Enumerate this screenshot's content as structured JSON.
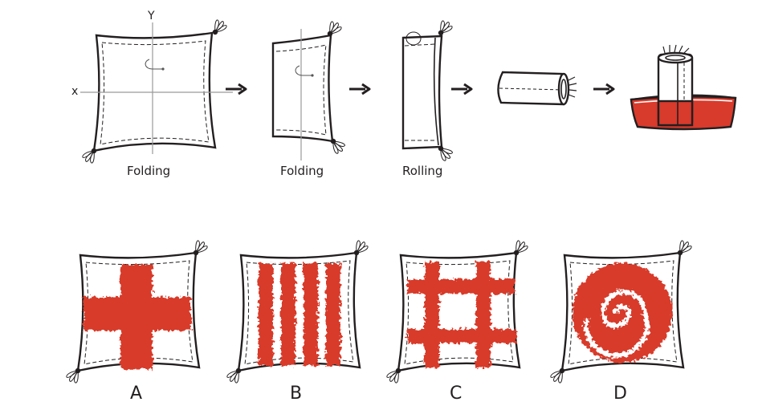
{
  "colors": {
    "dye": "#d83a2c",
    "ink": "#231f20",
    "axis": "#9a9a9a"
  },
  "process": {
    "axis_x": "x",
    "axis_y": "Y",
    "steps": [
      {
        "label": "Folding"
      },
      {
        "label": "Folding"
      },
      {
        "label": "Rolling"
      },
      {
        "label": ""
      },
      {
        "label": ""
      }
    ],
    "arrow_icon": "right-arrow-icon"
  },
  "results": [
    {
      "letter": "A",
      "pattern": "cross"
    },
    {
      "letter": "B",
      "pattern": "vertical-stripes"
    },
    {
      "letter": "C",
      "pattern": "grid"
    },
    {
      "letter": "D",
      "pattern": "spiral"
    }
  ]
}
